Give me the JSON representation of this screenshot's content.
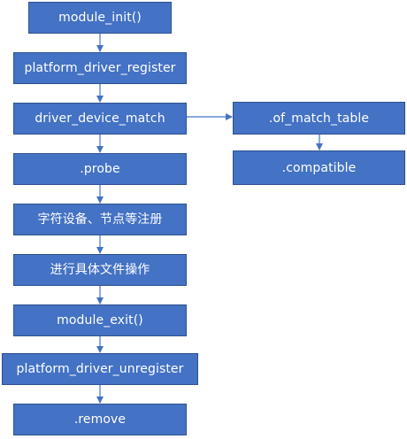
{
  "diagram": {
    "nodes": {
      "module_init": "module_init()",
      "platform_driver_register": "platform_driver_register",
      "driver_device_match": "driver_device_match",
      "probe": ".probe",
      "register_char_device": "字符设备、节点等注册",
      "file_operations": "进行具体文件操作",
      "module_exit": "module_exit()",
      "platform_driver_unregister": "platform_driver_unregister",
      "remove": ".remove",
      "of_match_table": ".of_match_table",
      "compatible": ".compatible"
    },
    "colors": {
      "node_fill": "#4472c4",
      "node_border": "#2f528f",
      "node_text": "#ffffff",
      "arrow": "#4472c4"
    }
  }
}
